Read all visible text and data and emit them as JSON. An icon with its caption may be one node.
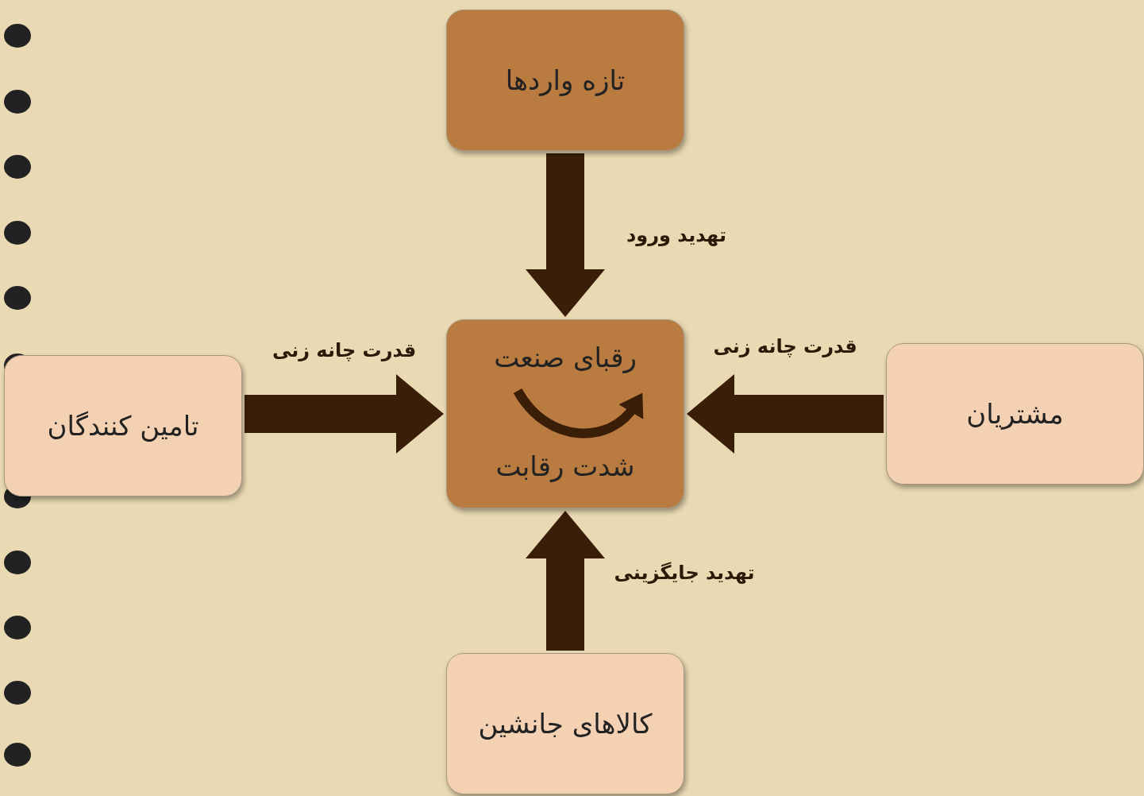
{
  "diagram": {
    "nodes": [
      {
        "text": [
          "تازه واردها"
        ]
      },
      {
        "text": [
          "رقبای صنعت",
          "شدت رقابت"
        ]
      },
      {
        "text": [
          "تامین کنندگان"
        ]
      },
      {
        "text": [
          "مشتریان"
        ]
      },
      {
        "text": [
          "کالاهای جانشین"
        ]
      }
    ],
    "edges": [
      {
        "from": 0,
        "to": 1,
        "arrow": "to",
        "label": "تهدید ورود"
      },
      {
        "from": 2,
        "to": 1,
        "arrow": "to",
        "label": "قدرت چانه زنی"
      },
      {
        "from": 3,
        "to": 1,
        "arrow": "to",
        "label": "قدرت چانه زنی"
      },
      {
        "from": 4,
        "to": 1,
        "arrow": "to",
        "label": "تهدید جایگزینی"
      }
    ]
  }
}
